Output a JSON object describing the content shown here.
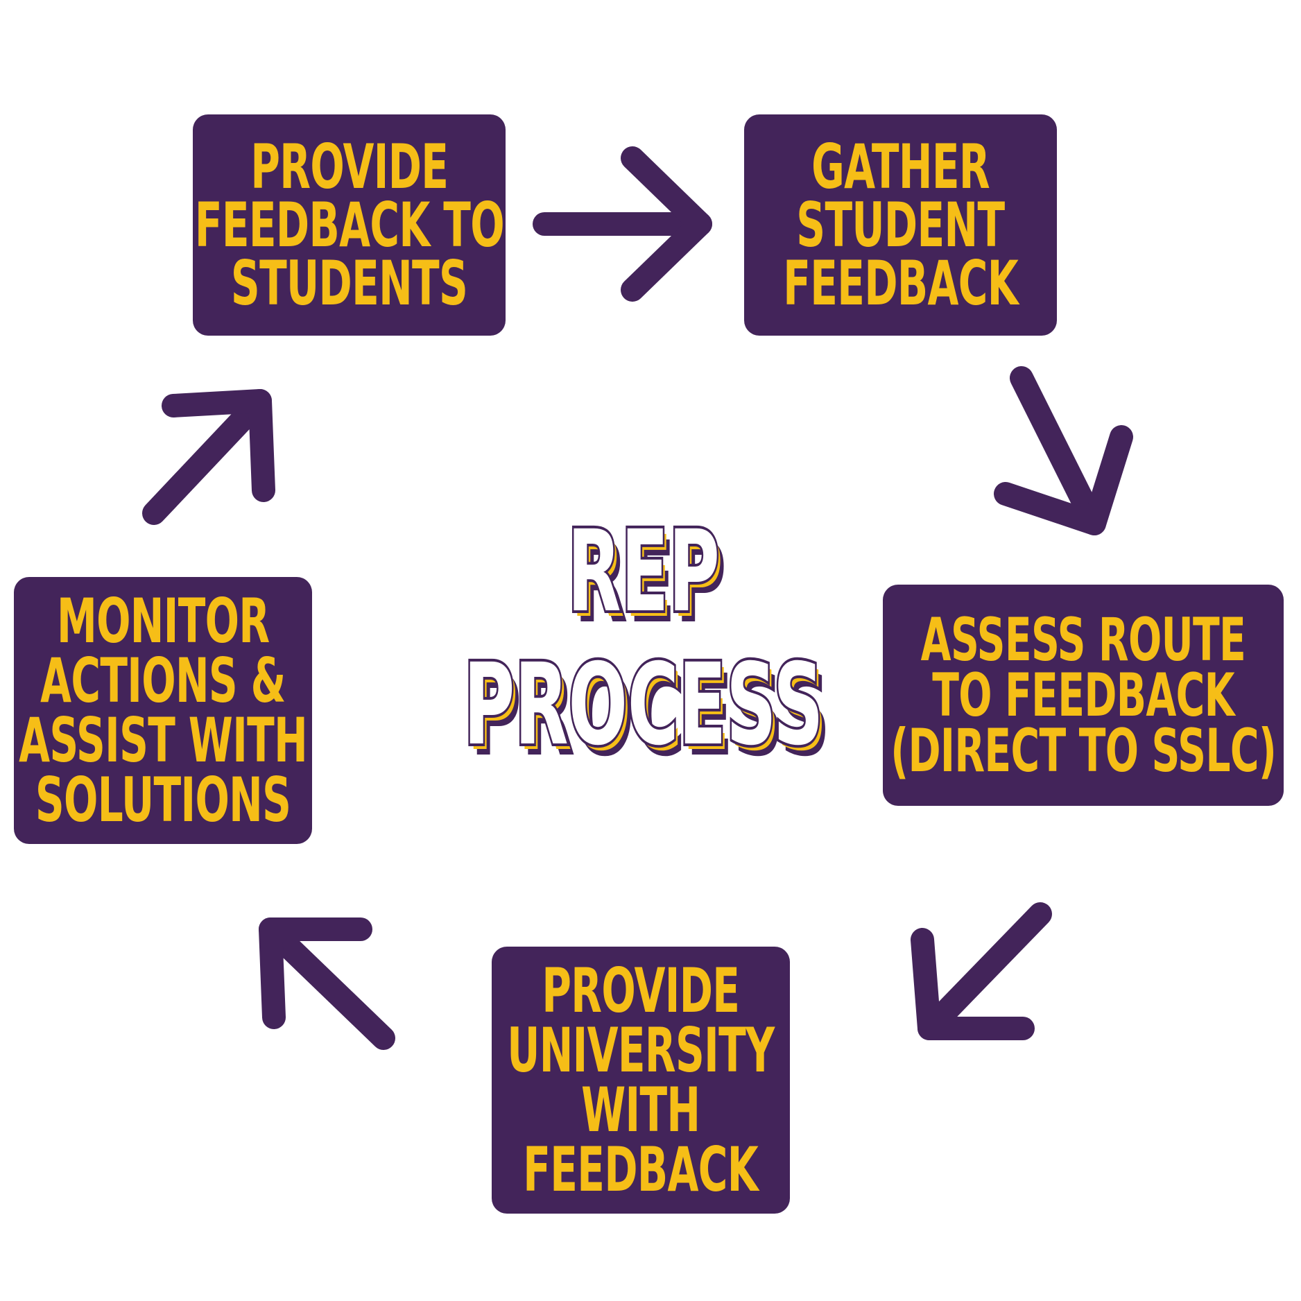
{
  "title": {
    "line1": "REP",
    "line2": "PROCESS"
  },
  "steps": [
    {
      "lines": [
        "PROVIDE",
        "FEEDBACK TO",
        "STUDENTS"
      ]
    },
    {
      "lines": [
        "GATHER",
        "STUDENT",
        "FEEDBACK"
      ]
    },
    {
      "lines": [
        "ASSESS ROUTE",
        "TO FEEDBACK",
        "(DIRECT TO SSLC)"
      ]
    },
    {
      "lines": [
        "PROVIDE",
        "UNIVERSITY",
        "WITH",
        "FEEDBACK"
      ]
    },
    {
      "lines": [
        "MONITOR",
        "ACTIONS &",
        "ASSIST WITH",
        "SOLUTIONS"
      ]
    }
  ],
  "colors": {
    "purple": "#43245a",
    "gold": "#f6be17",
    "white": "#ffffff"
  },
  "icons": [
    "arrow-right-icon",
    "arrow-down-right-icon",
    "arrow-down-left-icon",
    "arrow-up-left-icon",
    "arrow-up-right-icon"
  ]
}
